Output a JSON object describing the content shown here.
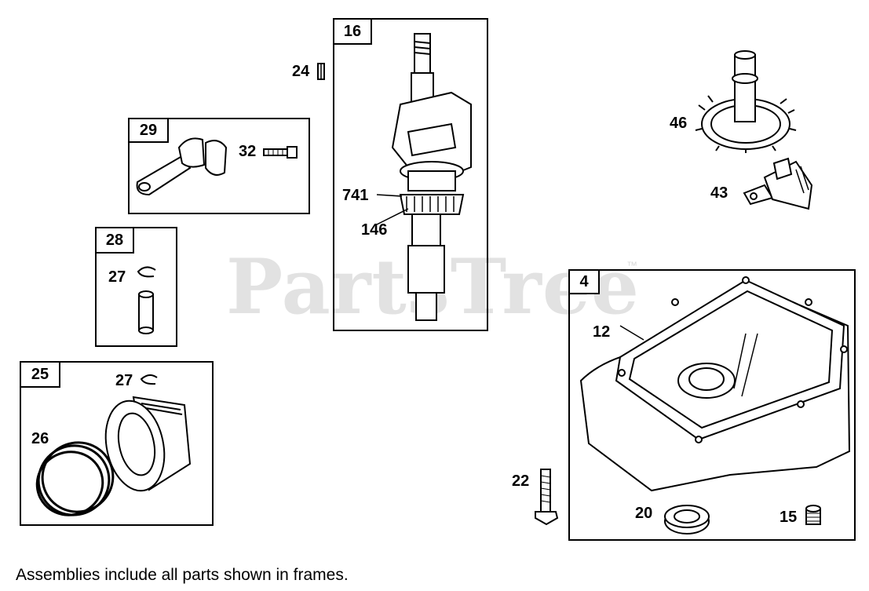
{
  "watermark": {
    "text": "PartsTree",
    "tm": "™"
  },
  "frames": {
    "f16": "16",
    "f29": "29",
    "f28": "28",
    "f25": "25",
    "f4": "4"
  },
  "parts": {
    "p24": "24",
    "p32": "32",
    "p27a": "27",
    "p27b": "27",
    "p26": "26",
    "p741": "741",
    "p146": "146",
    "p46": "46",
    "p43": "43",
    "p12": "12",
    "p22": "22",
    "p20": "20",
    "p15": "15"
  },
  "caption": "Assemblies include all parts shown in frames."
}
